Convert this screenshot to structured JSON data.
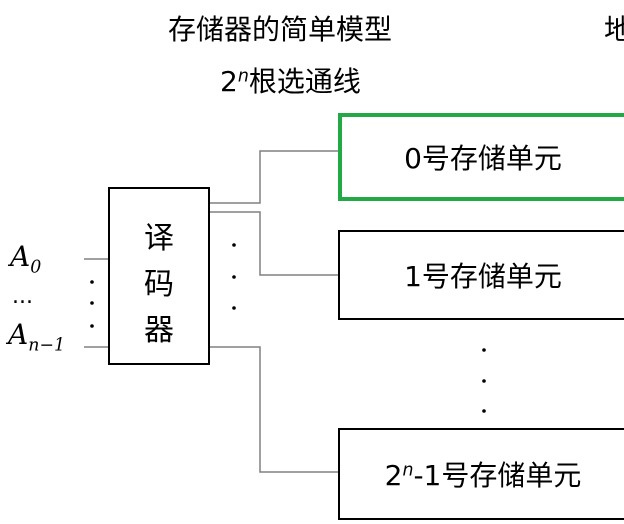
{
  "title": "存储器的简单模型",
  "title_cut": "地",
  "subtitle": {
    "base": "2",
    "exp": "n",
    "rest": "根选通线"
  },
  "decoder": {
    "chars": [
      "译",
      "码",
      "器"
    ]
  },
  "inputs": {
    "a0": {
      "letter": "A",
      "sub": "0"
    },
    "ellipsis": "...",
    "an1": {
      "letter": "A",
      "sub": "n−1"
    }
  },
  "cells": [
    {
      "label": "0号存储单元",
      "highlighted": true
    },
    {
      "label": "1号存储单元",
      "highlighted": false
    },
    {
      "label_base": "2",
      "label_exp": "n",
      "label_rest": "-1号存储单元",
      "highlighted": false
    }
  ],
  "colors": {
    "highlight": "#22a845",
    "line": "#808080",
    "border": "#000000"
  }
}
